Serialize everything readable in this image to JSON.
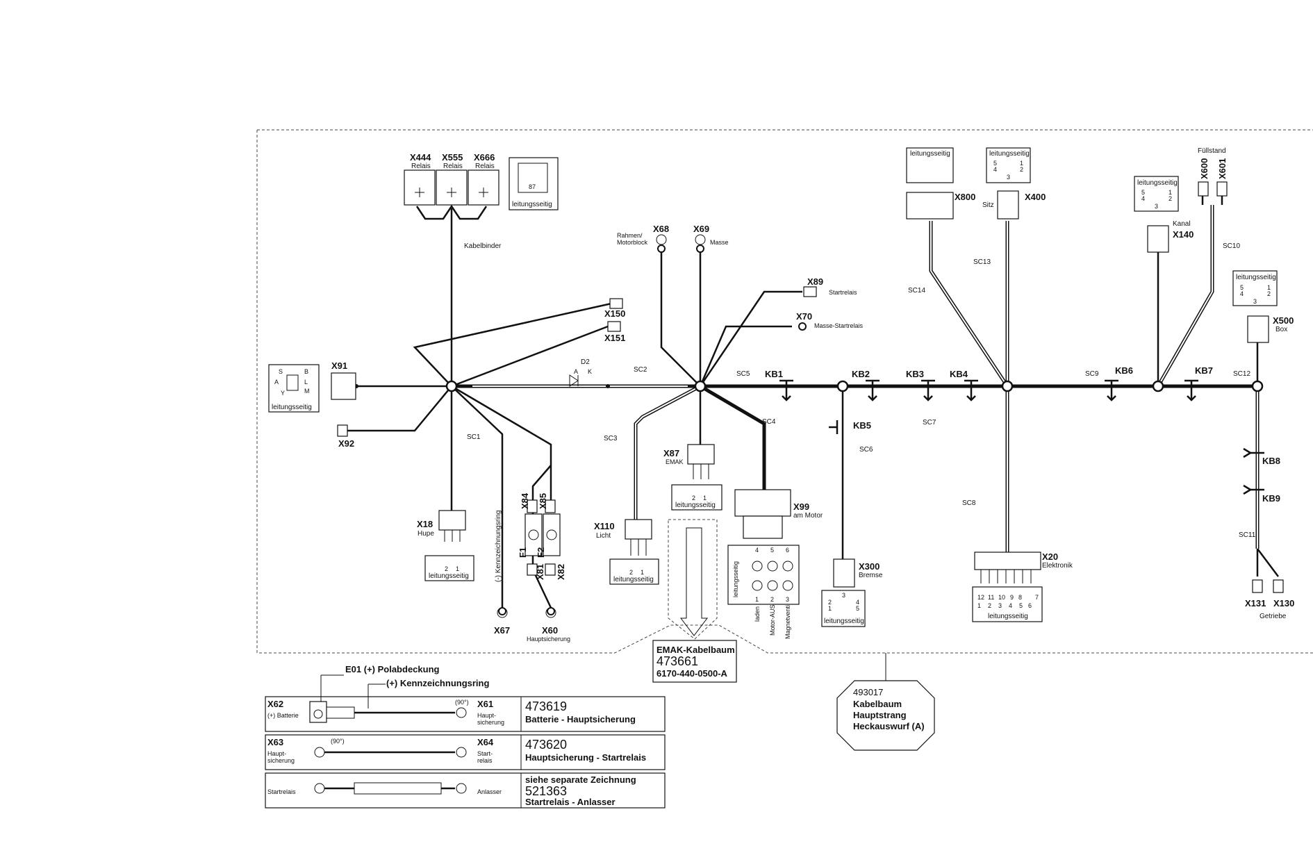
{
  "diagram": {
    "relays": {
      "x444": {
        "code": "X444",
        "sub": "Relais"
      },
      "x555": {
        "code": "X555",
        "sub": "Relais"
      },
      "x666": {
        "code": "X666",
        "sub": "Relais"
      }
    },
    "pin_87": "87",
    "leitungsseitig": "leitungsseitig",
    "kabelbinder": "Kabelbinder",
    "x91": "X91",
    "x91_pins": {
      "s": "S",
      "b": "B",
      "a": "A",
      "l": "L",
      "y": "Y",
      "m": "M"
    },
    "x92": "X92",
    "x150": "X150",
    "x151": "X151",
    "d2": {
      "code": "D2",
      "a": "A",
      "k": "K"
    },
    "x68": {
      "code": "X68",
      "sub1": "Rahmen/",
      "sub2": "Motorblock"
    },
    "x69": {
      "code": "X69",
      "sub": "Masse"
    },
    "x89": {
      "code": "X89",
      "sub": "Startrelais"
    },
    "x70": {
      "code": "X70",
      "sub": "Masse-Startrelais"
    },
    "x18": {
      "code": "X18",
      "sub": "Hupe"
    },
    "pins_21": {
      "p2": "2",
      "p1": "1"
    },
    "kennzeichnungsring_v": "(-) Kennzeichnungsring",
    "x67": "X67",
    "x84": "X84",
    "x85": "X85",
    "f1": "F1",
    "f2": "F2",
    "x81": "X81",
    "x82": "X82",
    "x60": {
      "code": "X60",
      "sub": "Hauptsicherung"
    },
    "x110": {
      "code": "X110",
      "sub": "Licht"
    },
    "x87": {
      "code": "X87",
      "sub": "EMAK"
    },
    "x99": {
      "code": "X99",
      "sub": "am Motor"
    },
    "x99_pins": {
      "p4": "4",
      "p5": "5",
      "p6": "6",
      "p1": "1",
      "p2": "2",
      "p3": "3"
    },
    "x99_func": {
      "laden": "laden",
      "motor": "Motor-AUS",
      "magnet": "Magnetventil"
    },
    "kb": {
      "kb1": "KB1",
      "kb2": "KB2",
      "kb3": "KB3",
      "kb4": "KB4",
      "kb5": "KB5",
      "kb6": "KB6",
      "kb7": "KB7",
      "kb8": "KB8",
      "kb9": "KB9"
    },
    "sc": {
      "sc1": "SC1",
      "sc2": "SC2",
      "sc3": "SC3",
      "sc4": "SC4",
      "sc5": "SC5",
      "sc6": "SC6",
      "sc7": "SC7",
      "sc8": "SC8",
      "sc9": "SC9",
      "sc10": "SC10",
      "sc11": "SC11",
      "sc12": "SC12",
      "sc13": "SC13",
      "sc14": "SC14"
    },
    "x300": {
      "code": "X300",
      "sub": "Bremse"
    },
    "x300_pins": {
      "p3": "3",
      "p2": "2",
      "p1": "1",
      "p4": "4",
      "p5": "5"
    },
    "x800": "X800",
    "x400": {
      "code": "X400",
      "sub": "Sitz"
    },
    "pins_5421": {
      "p5": "5",
      "p4": "4",
      "p1": "1",
      "p2": "2",
      "p3": "3"
    },
    "x140": {
      "code": "X140",
      "sub": "Kanal"
    },
    "fuellstand": "Füllstand",
    "x600": "X600",
    "x601": "X601",
    "x500": {
      "code": "X500",
      "sub": "Box"
    },
    "x20": {
      "code": "X20",
      "sub": "Elektronik"
    },
    "x20_pins": [
      "12",
      "11",
      "10",
      "9",
      "8",
      "1",
      "2",
      "3",
      "4",
      "5",
      "6",
      "7"
    ],
    "x131": "X131",
    "x130": "X130",
    "getriebe": "Getriebe",
    "emak": {
      "title": "EMAK-Kabelbaum",
      "num": "473661",
      "code": "6170-440-0500-A"
    },
    "octagon": {
      "num": "493017",
      "l1": "Kabelbaum",
      "l2": "Hauptstrang",
      "l3": "Heckauswurf (A)"
    },
    "legend": {
      "e01": "E01 (+) Polabdeckung",
      "kennring": "(+) Kennzeichnungsring",
      "rows": [
        {
          "left_code": "X62",
          "left_sub1": "(+) Batterie",
          "angle": "(90°)",
          "right_code": "X61",
          "right_sub1": "Haupt-",
          "right_sub2": "sicherung",
          "num": "473619",
          "desc": "Batterie - Hauptsicherung"
        },
        {
          "left_code": "X63",
          "left_sub1": "Haupt-",
          "left_sub2": "sicherung",
          "angle": "(90°)",
          "right_code": "X64",
          "right_sub1": "Start-",
          "right_sub2": "relais",
          "num": "473620",
          "desc": "Hauptsicherung - Startrelais"
        },
        {
          "left_sub1": "Startrelais",
          "right_sub1": "Anlasser",
          "note": "siehe separate Zeichnung",
          "num": "521363",
          "desc": "Startrelais - Anlasser"
        }
      ]
    }
  }
}
